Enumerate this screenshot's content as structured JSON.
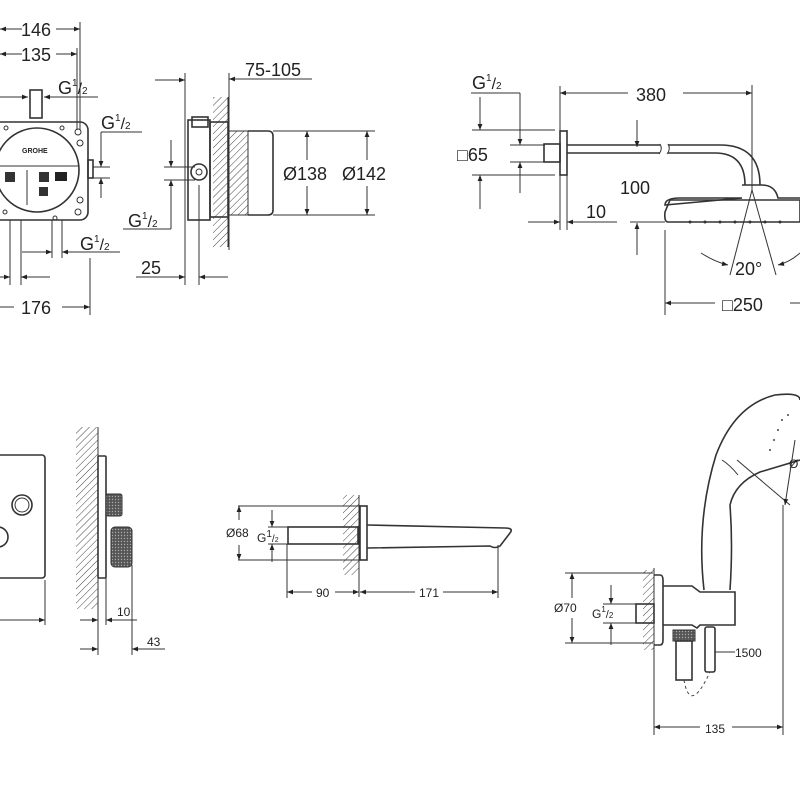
{
  "brand_logo": "GROHE",
  "views": {
    "mixer_box_front": {
      "dim_width_outer": "146",
      "dim_width_inner": "135",
      "dim_bottom": "176",
      "thread_top": {
        "base": "G",
        "num": "1",
        "den": "2"
      },
      "thread_right": {
        "base": "G",
        "num": "1",
        "den": "2"
      },
      "thread_bottom": {
        "base": "G",
        "num": "1",
        "den": "2"
      }
    },
    "mixer_box_side": {
      "dim_wall_depth": "75-105",
      "dim_inner_diameter": "Ø138",
      "dim_outer_diameter": "Ø142",
      "dim_offset": "25",
      "thread_side": {
        "base": "G",
        "num": "1",
        "den": "2"
      }
    },
    "head_shower": {
      "thread": {
        "base": "G",
        "num": "1",
        "den": "2"
      },
      "dim_arm_length": "380",
      "dim_flange": "□65",
      "dim_height": "100",
      "dim_flange_depth": "10",
      "dim_angle": "20°",
      "dim_head_size": "□250"
    },
    "trim_plate": {
      "dim_plate_depth": "10",
      "dim_total_depth": "43"
    },
    "bath_spout": {
      "dim_diameter": "Ø68",
      "thread": {
        "base": "G",
        "num": "1",
        "den": "2"
      },
      "dim_rough": "90",
      "dim_projection": "171"
    },
    "hand_shower": {
      "dim_diameter": "Ø70",
      "thread": {
        "base": "G",
        "num": "1",
        "den": "2"
      },
      "dim_hose": "1500",
      "dim_projection": "135",
      "dim_head_partial": "Ø"
    }
  }
}
